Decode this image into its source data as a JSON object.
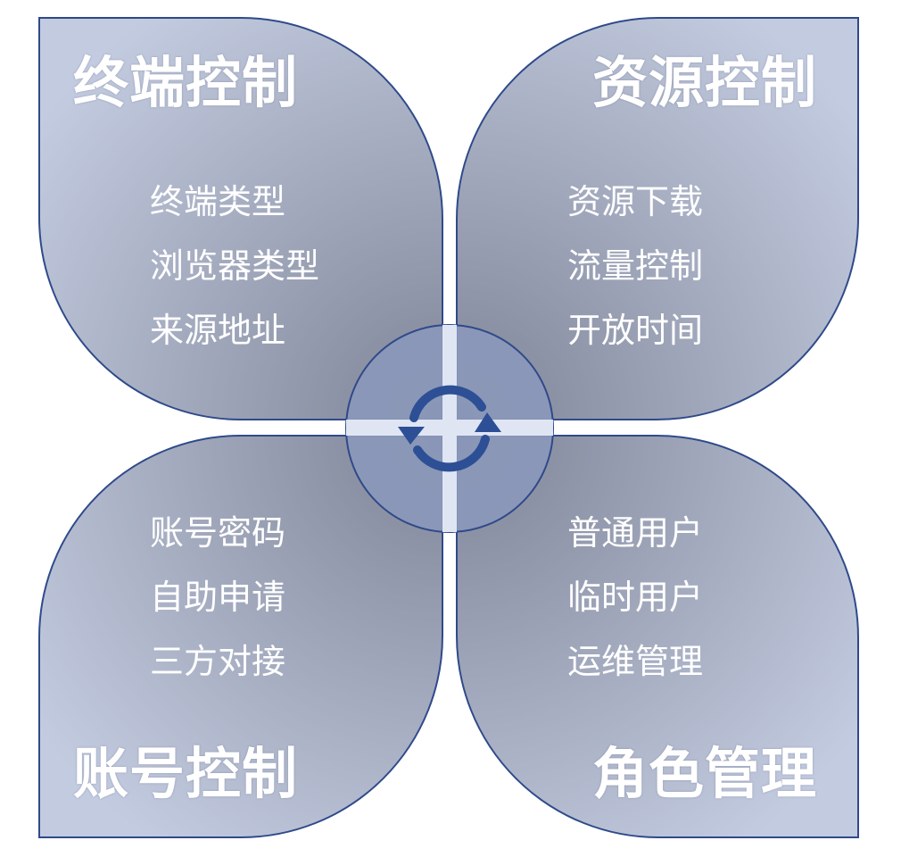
{
  "colors": {
    "petal_edge": "#bfc7dd",
    "petal_core": "#7e8496",
    "petal_border": "#2f4a8a",
    "center_circle": "#8a97b8",
    "cross": "#dfe5f3",
    "refresh_icon": "#2d4f95",
    "text": "#ffffff"
  },
  "quadrants": {
    "top_left": {
      "title": "终端控制",
      "items": [
        "终端类型",
        "浏览器类型",
        "来源地址"
      ]
    },
    "top_right": {
      "title": "资源控制",
      "items": [
        "资源下载",
        "流量控制",
        "开放时间"
      ]
    },
    "bottom_left": {
      "title": "账号控制",
      "items": [
        "账号密码",
        "自助申请",
        "三方对接"
      ]
    },
    "bottom_right": {
      "title": "角色管理",
      "items": [
        "普通用户",
        "临时用户",
        "运维管理"
      ]
    }
  },
  "center": {
    "icon": "refresh-icon"
  }
}
